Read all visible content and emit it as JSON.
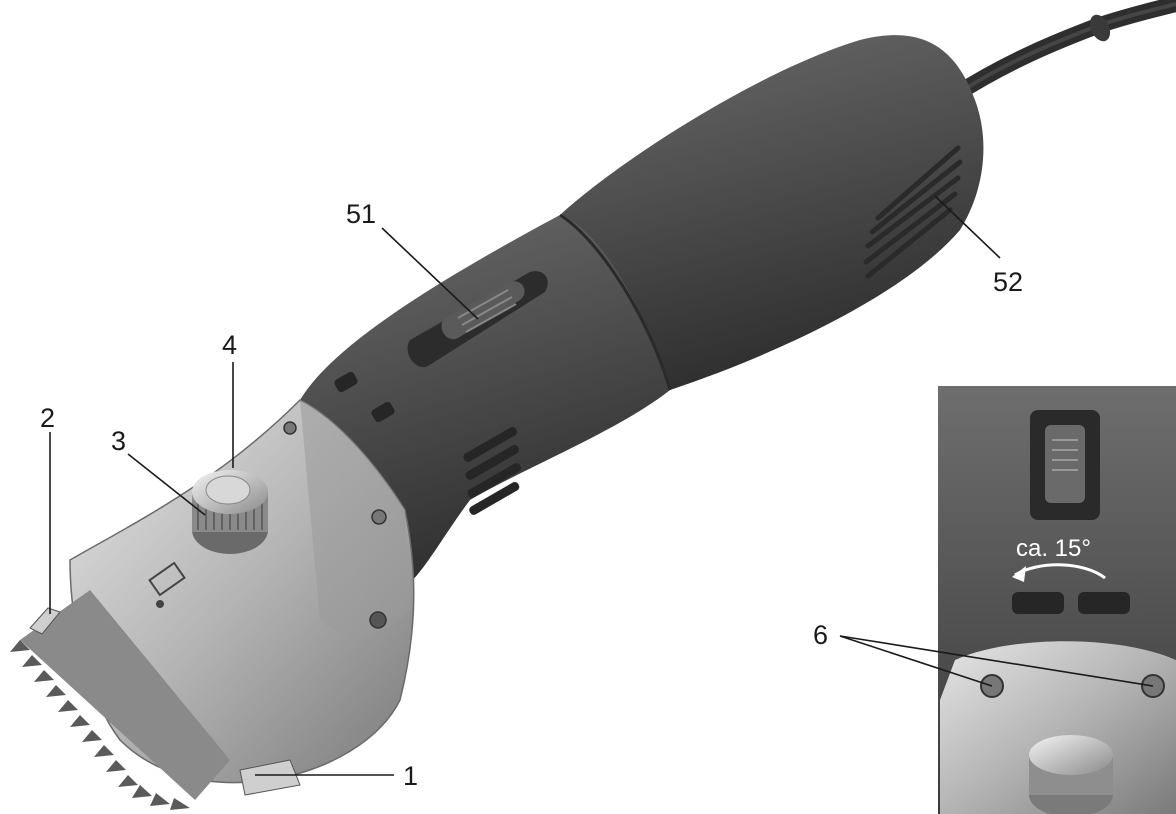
{
  "callouts": {
    "c1": "1",
    "c2": "2",
    "c3": "3",
    "c4": "4",
    "c6": "6",
    "c51": "51",
    "c52": "52"
  },
  "inset": {
    "angle_label": "ca. 15°"
  },
  "icons": {
    "product": "hair-clipper-icon",
    "rotation_arrow": "curved-arrow-icon"
  },
  "colors": {
    "housing": "#4a4a4a",
    "metal": "#b8b8b8",
    "cable": "#2e2e2e",
    "ink": "#1a1a1a"
  }
}
